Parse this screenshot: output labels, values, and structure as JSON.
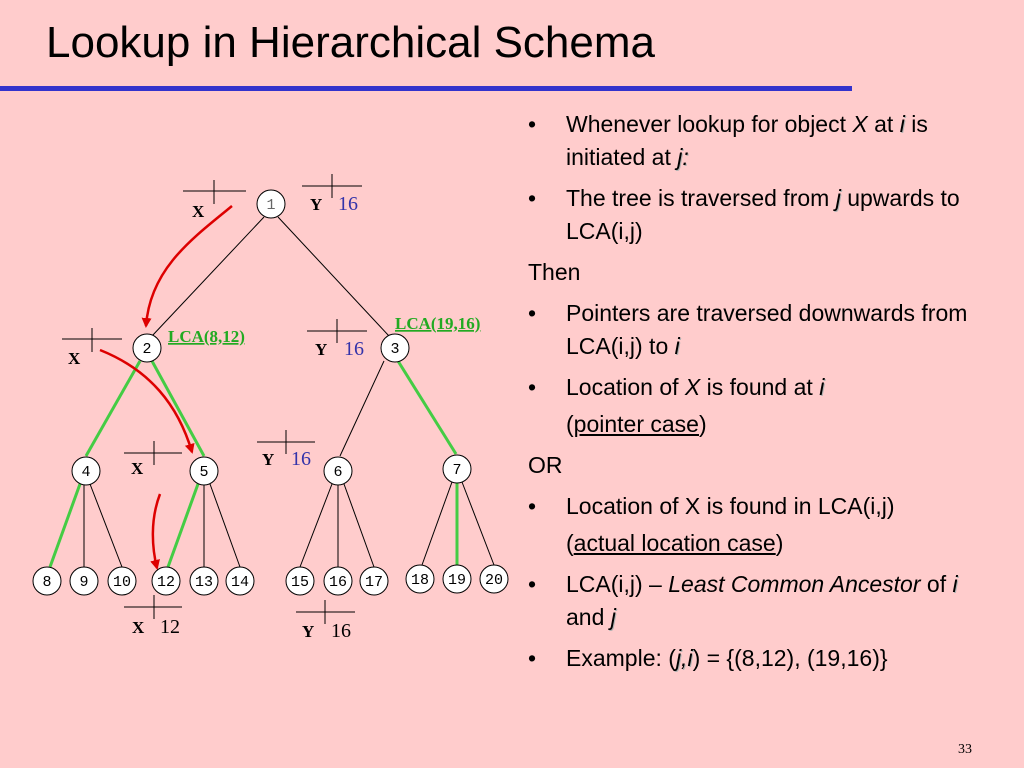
{
  "title": "Lookup in Hierarchical Schema",
  "page_number": "33",
  "colors": {
    "background": "#ffcccc",
    "title_rule": "#3333cc",
    "tree_edge": "#000000",
    "path_edge": "#44cc44",
    "arrow": "#dd0000",
    "lca_label": "#22aa22",
    "number_text": "#3333aa"
  },
  "tree": {
    "nodes": [
      "1",
      "2",
      "3",
      "4",
      "5",
      "6",
      "7",
      "8",
      "9",
      "10",
      "12",
      "13",
      "14",
      "15",
      "16",
      "17",
      "18",
      "19",
      "20"
    ]
  },
  "annotations": {
    "lca_left": "LCA(8,12)",
    "lca_right": "LCA(19,16)",
    "x": "X",
    "y": "Y",
    "sixteen": "16",
    "twelve": "12"
  },
  "bullets": {
    "b1": {
      "t1": "Whenever lookup for object ",
      "t2": "X",
      "t3": " at ",
      "t4": "i",
      "t5": " is initiated at ",
      "t6": "j:"
    },
    "b2": {
      "t1": "The tree is traversed from ",
      "t2": "j",
      "t3": " upwards to LCA(i,j)"
    },
    "then": "Then",
    "b3": {
      "t1": "Pointers are traversed downwards from LCA(i,j) to ",
      "t2": "i"
    },
    "b4": {
      "t1": "Location of ",
      "t2": "X",
      "t3": " is found at ",
      "t4": "i"
    },
    "b4c": {
      "t1": "(",
      "t2": "pointer case",
      "t3": ")"
    },
    "or": "OR",
    "b5": {
      "t1": "Location of X is found in LCA(i,j)"
    },
    "b5c": {
      "t1": "(",
      "t2": "actual location case",
      "t3": ")"
    },
    "b6": {
      "t1": "LCA(i,j) – ",
      "t2": "Least Common Ancestor",
      "t3": " of ",
      "t4": "i",
      "t5": " and ",
      "t6": "j"
    },
    "b7": {
      "t1": "Example: (",
      "t2": "j,i",
      "t3": ")  = {(8,12), (19,16)}"
    },
    "bullet_char": "•"
  }
}
